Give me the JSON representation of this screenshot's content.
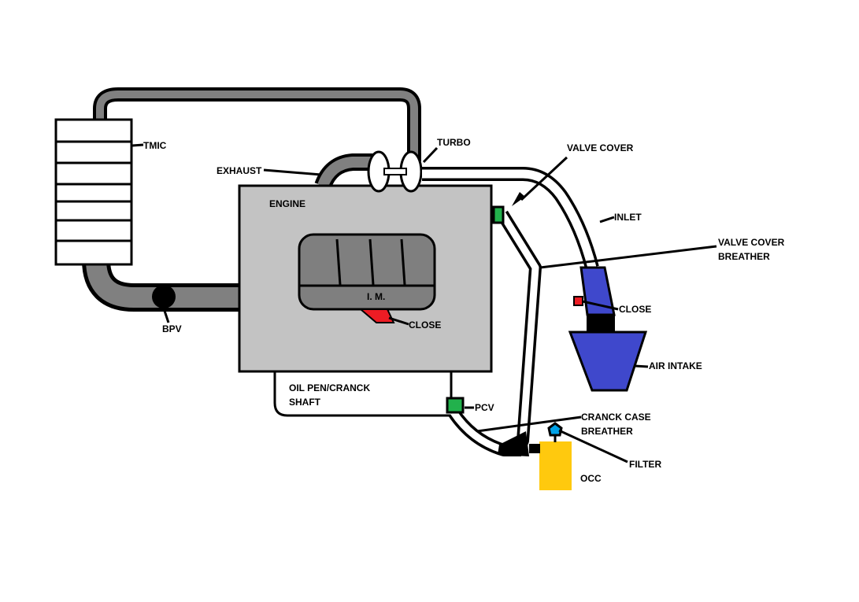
{
  "diagram": {
    "labels": {
      "tmic": "TMIC",
      "exhaust": "EXHAUST",
      "turbo": "TURBO",
      "engine": "ENGINE",
      "im": "I. M.",
      "close_im": "CLOSE",
      "bpv": "BPV",
      "valve_cover": "VALVE COVER",
      "inlet": "INLET",
      "vcb_line1": "VALVE COVER",
      "vcb_line2": "BREATHER",
      "close_intake": "CLOSE",
      "air_intake": "AIR INTAKE",
      "oil_line1": "OIL PEN/CRANCK",
      "oil_line2": "SHAFT",
      "pcv": "PCV",
      "ccb_line1": "CRANCK CASE",
      "ccb_line2": "BREATHER",
      "filter": "FILTER",
      "occ": "OCC"
    },
    "colors": {
      "pipe_gray": "#808080",
      "engine_gray": "#c3c3c3",
      "manifold_gray": "#7f7f7f",
      "intake_blue": "#3f48cc",
      "close_red": "#ed1c24",
      "valve_green": "#22b14c",
      "occ_yellow": "#ffc90e",
      "filter_blue": "#00a2e8",
      "line_black": "#000000"
    }
  }
}
